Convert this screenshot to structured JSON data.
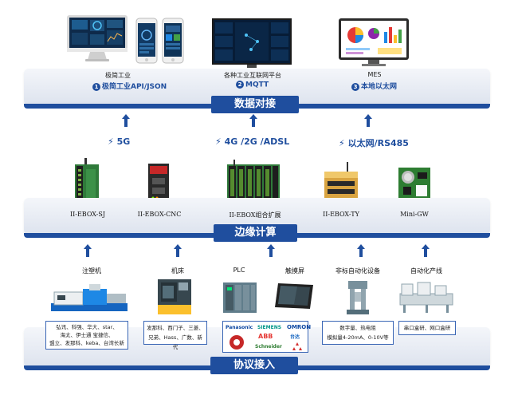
{
  "top": {
    "items": [
      {
        "caption": "极简工业",
        "num": "1",
        "protocol": "极简工业API/JSON"
      },
      {
        "caption": "各种工业互联网平台",
        "num": "2",
        "protocol": "MQTT"
      },
      {
        "caption": "MES",
        "num": "3",
        "protocol": "本地以太网"
      }
    ],
    "layer_title": "数据对接"
  },
  "comm": {
    "links": [
      "5G",
      "4G /2G /ADSL",
      "以太网/RS485"
    ]
  },
  "edge": {
    "devices": [
      "II-EBOX-SJ",
      "II-EBOX-CNC",
      "II-EBOX组合扩展",
      "II-EBOX-TY",
      "Mini-GW"
    ],
    "layer_title": "边缘计算"
  },
  "bottom": {
    "categories": [
      "注塑机",
      "机床",
      "PLC",
      "触摸屏",
      "非标自动化设备",
      "自动化产线"
    ],
    "brands": {
      "injection": [
        "弘讯、科强、华大、star、",
        "海太、伊士通  宝捷信、",
        "盟立、发那科、keba、台湾长新"
      ],
      "cnc": [
        "发那科、西门子、三菱、",
        "兄弟、Hass、广数、新代"
      ],
      "nonstd": [
        "数字量、热电阻",
        "模拟量4-20mA、0-10V等"
      ],
      "line": [
        "串口盒研、网口盒研"
      ]
    },
    "plc_logos": [
      "Panasonic",
      "SIEMENS",
      "OMRON",
      "",
      "ABB",
      "台达",
      "",
      "Schneider",
      ""
    ],
    "layer_title": "协议接入"
  },
  "colors": {
    "brand_blue": "#1f4e9e",
    "platform": "#e4e9f2",
    "device_green": "#2f7a3a"
  }
}
